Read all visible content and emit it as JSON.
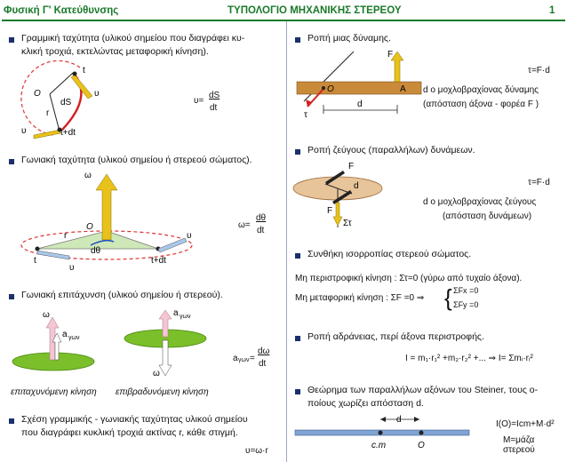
{
  "header": {
    "left": "Φυσική Γ' Κατεύθυνσης",
    "center": "ΤΥΠΟΛΟΓΙΟ ΜΗΧΑΝΙΚΗΣ ΣΤΕΡΕΟΥ",
    "page": "1"
  },
  "left": {
    "s1": {
      "line1": "Γραμμική ταχύτητα (υλικού σημείου που διαγράφει κυ-",
      "line2": "κλική τροχιά, εκτελώντας μεταφορική κίνηση).",
      "formula_lhs": "υ=",
      "formula_num": "dS",
      "formula_den": "dt",
      "lbl_O": "O",
      "lbl_t": "t",
      "lbl_u1": "υ",
      "lbl_dS": "dS",
      "lbl_r": "r",
      "lbl_u2": "υ",
      "lbl_tdt": "t+dt"
    },
    "s2": {
      "text": "Γωνιακή ταχύτητα (υλικού σημείου ή στερεού σώματος).",
      "formula_lhs": "ω=",
      "formula_num": "dθ",
      "formula_den": "dt",
      "lbl_w": "ω",
      "lbl_O": "O",
      "lbl_r": "r",
      "lbl_dth": "dθ",
      "lbl_t": "t",
      "lbl_tdt": "t+dt",
      "lbl_u1": "υ",
      "lbl_u2": "υ"
    },
    "s3": {
      "text": "Γωνιακή επιτάχυνση (υλικού σημείου ή στερεού).",
      "formula_lhs": "a",
      "formula_sub": "γων",
      "formula_eq": "=",
      "formula_num": "dω",
      "formula_den": "dt",
      "lbl_w1": "ω",
      "lbl_a1": "a",
      "lbl_a1sub": "γων",
      "lbl_a2": "a",
      "lbl_a2sub": "γων",
      "lbl_w2": "ω",
      "cap1": "επιταχυνόμενη κίνηση",
      "cap2": "επιβραδυνόμενη κίνηση"
    },
    "s4": {
      "line1": "Σχέση γραμμικής - γωνιακής ταχύτητας υλικού σημείου",
      "line2": "που διαγράφει κυκλική τροχιά ακτίνας r, κάθε στιγμή.",
      "formula": "υ=ω·r"
    }
  },
  "right": {
    "s1": {
      "text": "Ροπή μιας δύναμης.",
      "formula": "τ=F·d",
      "desc1": "d ο μοχλοβραχίονας δύναμης",
      "desc2": "(απόσταση άξονα - φορέα F )",
      "lbl_F": "F",
      "lbl_O": "O",
      "lbl_A": "A",
      "lbl_d": "d",
      "lbl_tau": "τ"
    },
    "s2": {
      "text": "Ροπή ζεύγους (παραλλήλων) δυνάμεων.",
      "formula": "τ=F·d",
      "desc1": "d ο μοχλοβραχίονας ζεύγους",
      "desc2": "(απόσταση δυνάμεων)",
      "lbl_F1": "F",
      "lbl_d": "d",
      "lbl_F2": "F",
      "lbl_St": "Στ"
    },
    "s3": {
      "text": "Συνθήκη ισορροπίας στερεού σώματος.",
      "line1": "Μη περιστροφική κίνηση : Στ=0 (γύρω από τυχαίο άξονα).",
      "line2": "Μη μεταφορική κίνηση : ΣF =0 ⇒",
      "sys1": "ΣFx =0",
      "sys2": "ΣFy =0"
    },
    "s4": {
      "text": "Ροπή αδράνειας, περί άξονα περιστροφής.",
      "formula": "I = m₁·r₁² +m₂·r₂² +... ⇒ I= Σmᵢ·rᵢ²"
    },
    "s5": {
      "line1": "Θεώρημα των παραλλήλων αξόνων του Steiner, τους ο-",
      "line2": "ποίους χωρίζει απόσταση d.",
      "formula": "I(O)=Icm+M·d²",
      "desc": "M=μάζα στερεού",
      "lbl_d": "d",
      "lbl_cm": "c.m",
      "lbl_O": "O"
    }
  },
  "colors": {
    "header": "#1a7a2a",
    "bullet": "#1b2f6b",
    "arrow_yellow": "#e8c21a",
    "arrow_red": "#d42020",
    "disk_green": "#7bbf2a",
    "rod": "#7fa3d4",
    "bar_wood": "#c98a3a"
  }
}
